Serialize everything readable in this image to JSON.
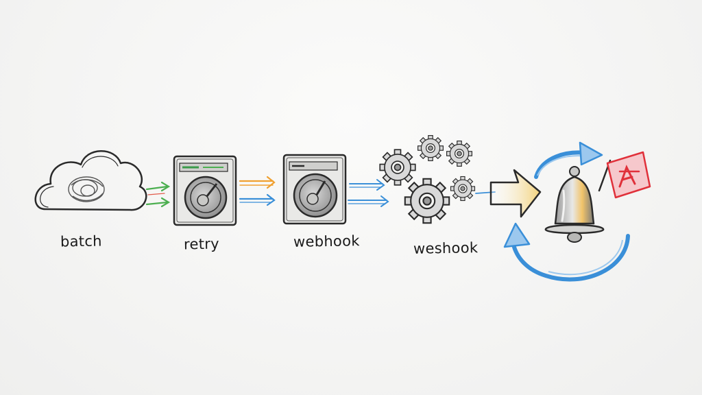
{
  "labels": {
    "batch": "batch",
    "retry": "retry",
    "webhook": "webhook",
    "weshook": "weshook"
  },
  "icons": [
    "cloud-icon",
    "server-icon",
    "server-icon",
    "gears-icon",
    "bell-icon",
    "alert-flag-icon",
    "cycle-arrow-icon"
  ],
  "colors": {
    "ink": "#2a2a2a",
    "arrow_green": "#4caf50",
    "arrow_orange": "#f0a030",
    "arrow_blue": "#3a8fd8",
    "flag_red": "#e0303a",
    "bell_highlight": "#f2c46a"
  }
}
